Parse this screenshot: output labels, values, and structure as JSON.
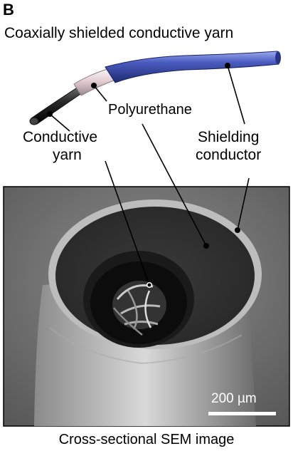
{
  "panel_letter": "B",
  "title": "Coaxially shielded conductive yarn",
  "labels": {
    "polyurethane": "Polyurethane",
    "conductive_line1": "Conductive",
    "conductive_line2": "yarn",
    "shielding_line1": "Shielding",
    "shielding_line2": "conductor"
  },
  "scale_bar": {
    "label": "200 µm",
    "value": 200,
    "unit": "µm"
  },
  "caption": "Cross-sectional SEM image",
  "colors": {
    "shield": "#3d4fa8",
    "shield_light": "#8fa0e0",
    "polyurethane": "#e8d8dc",
    "core": "#2a2a2a",
    "sem_bg": "#7d7d7d"
  }
}
